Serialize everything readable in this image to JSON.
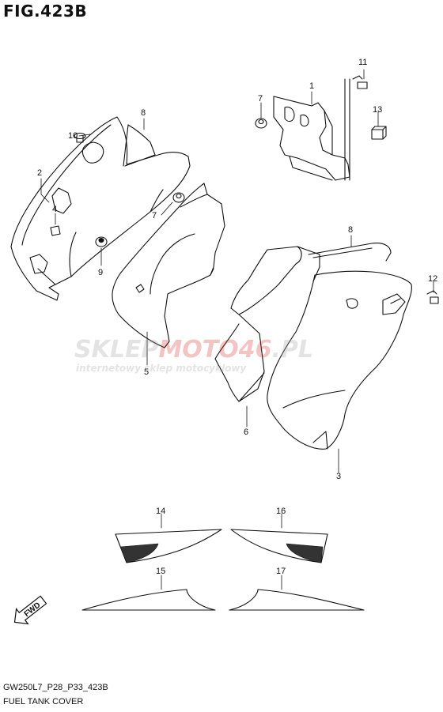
{
  "figure_title": "FIG.423B",
  "callouts": {
    "c1": "1",
    "c2": "2",
    "c3": "3",
    "c4": "4",
    "c5": "5",
    "c6": "6",
    "c7a": "7",
    "c7b": "7",
    "c8a": "8",
    "c8b": "8",
    "c9": "9",
    "c10": "10",
    "c11": "11",
    "c12": "12",
    "c13": "13",
    "c14": "14",
    "c15": "15",
    "c16": "16",
    "c17": "17"
  },
  "fwd_label": "FWD",
  "watermark": {
    "brand_part1": "SKLEP",
    "brand_part2": "MOTO",
    "brand_part3": "46",
    "brand_part4": ".PL",
    "tagline": "internetowy sklep motocyklowy",
    "accent_color": "#d32f2f"
  },
  "footer": {
    "model_code": "GW250L7_P28_P33_423B",
    "section_name": "FUEL TANK COVER"
  }
}
